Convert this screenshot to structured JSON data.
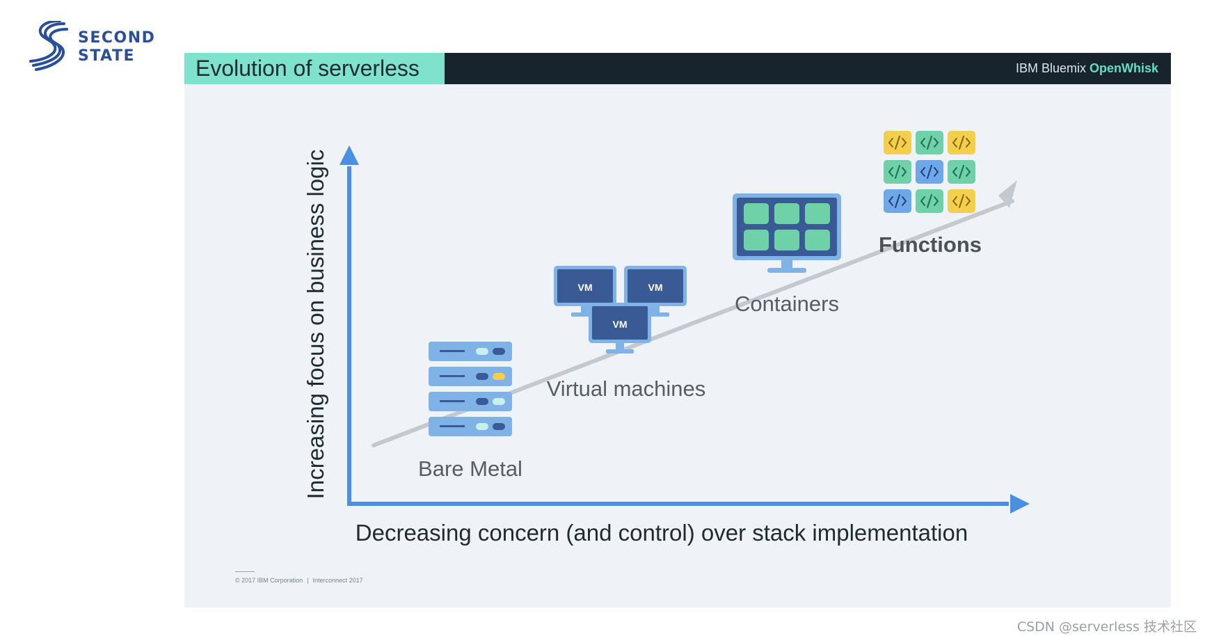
{
  "logo": {
    "line1": "SECOND",
    "line2": "STATE",
    "brand_color": "#2a4f9a"
  },
  "slide": {
    "title": "Evolution of serverless",
    "header_brand_prefix": "IBM Bluemix ",
    "header_brand_highlight": "OpenWhisk",
    "footer_copyright": "© 2017 IBM Corporation",
    "footer_separator": "|",
    "footer_event": "Interconnect 2017"
  },
  "diagram": {
    "y_axis_label": "Increasing focus on business logic",
    "x_axis_label": "Decreasing concern (and control) over stack implementation",
    "stages": [
      {
        "label": "Bare Metal",
        "icon": "server-rack-icon"
      },
      {
        "label": "Virtual machines",
        "icon": "vm-monitors-icon",
        "vm_badge": "VM"
      },
      {
        "label": "Containers",
        "icon": "container-monitor-icon"
      },
      {
        "label": "Functions",
        "icon": "code-grid-icon",
        "code_glyph": "</>"
      }
    ],
    "colors": {
      "axis": "#4a90e2",
      "trend": "#c3c9cf",
      "icon_light": "#7fb3e8",
      "icon_dark": "#3a5a96",
      "teal": "#6fd1a8",
      "yellow": "#f3cf4e",
      "blue": "#6fa8e8"
    }
  },
  "watermark": "CSDN @serverless 技术社区"
}
